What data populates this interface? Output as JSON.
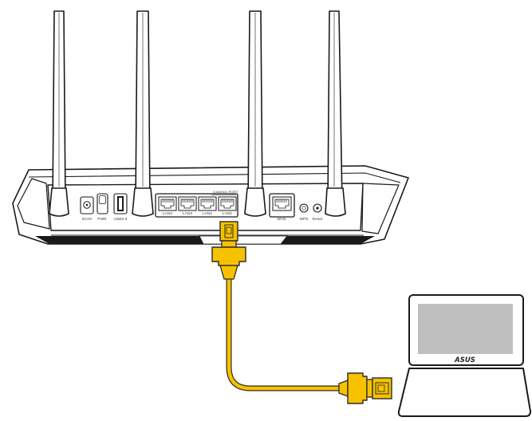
{
  "diagram": {
    "colors": {
      "cable": "#f6c200",
      "cable_outline": "#2a2a2a",
      "router_body": "#ffffff",
      "router_stroke": "#1a1a1a",
      "screen": "#bfbfbf"
    },
    "router": {
      "port_labels": {
        "dc": "DCIN",
        "power": "PWR",
        "usb": "USB3.0",
        "lan4": "LAN4",
        "lan3": "LAN3",
        "lan2": "LAN2",
        "lan1": "LAN1",
        "wan": "WAN",
        "wps": "WPS",
        "reset": "Reset"
      },
      "gaming_port_label": "GAMING PORT",
      "antenna_count": 4
    },
    "laptop": {
      "brand": "ASUS"
    },
    "icons": {
      "router": "router-icon",
      "laptop": "laptop-icon",
      "cable": "ethernet-cable-icon"
    }
  }
}
